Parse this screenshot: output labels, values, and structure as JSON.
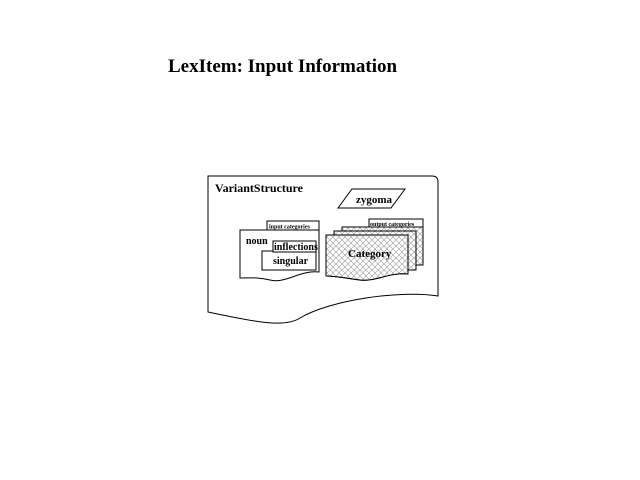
{
  "title": "LexItem: Input Information",
  "diagram": {
    "container_label": "VariantStructure",
    "word": "zygoma",
    "input_tab": "input categories",
    "pos": "noun",
    "inflections": "inflections",
    "number": "singular",
    "output_tab": "output categories",
    "category": "Category"
  }
}
